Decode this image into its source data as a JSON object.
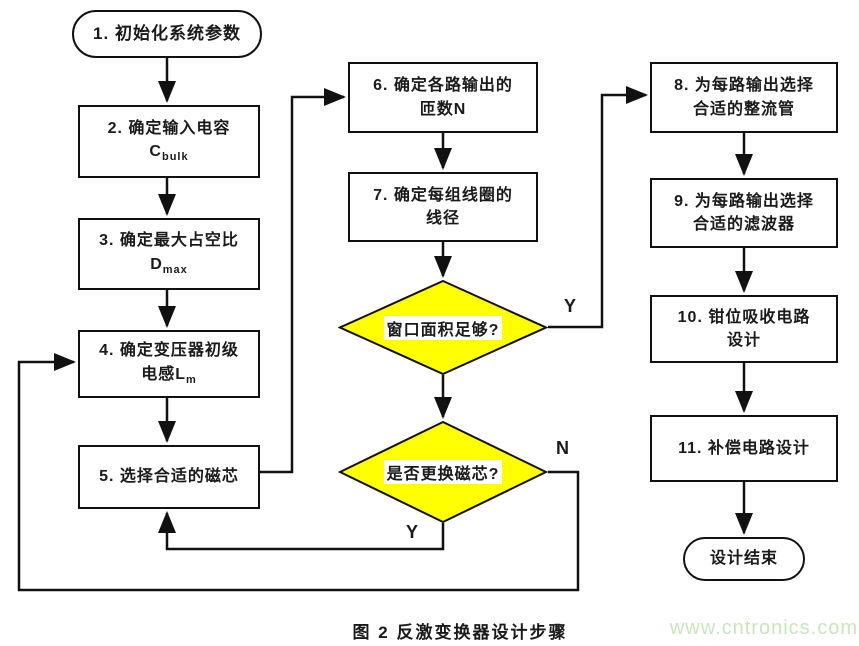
{
  "colors": {
    "box_border": "#111111",
    "decision_fill": "#ffff00",
    "line": "#111111",
    "watermark": "#c8e6bc",
    "text": "#1a1a1a"
  },
  "flowchart": {
    "start": {
      "label": "1. 初始化系统参数"
    },
    "step2": {
      "line1": "2. 确定输入电容",
      "symbol": "C",
      "symbol_sub": "bulk"
    },
    "step3": {
      "line1": "3. 确定最大占空比",
      "symbol": "D",
      "symbol_sub": "max"
    },
    "step4": {
      "line1": "4. 确定变压器初级",
      "line2": "电感L",
      "line2_sub": "m"
    },
    "step5": {
      "label": "5. 选择合适的磁芯"
    },
    "step6": {
      "line1": "6. 确定各路输出的",
      "line2": "匝数N"
    },
    "step7": {
      "line1": "7. 确定每组线圈的",
      "line2": "线径"
    },
    "decision1": {
      "label": "窗口面积足够?",
      "yes_label": "Y"
    },
    "decision2": {
      "label": "是否更换磁芯?",
      "no_label": "N",
      "yes_label": "Y"
    },
    "step8": {
      "line1": "8. 为每路输出选择",
      "line2": "合适的整流管"
    },
    "step9": {
      "line1": "9. 为每路输出选择",
      "line2": "合适的滤波器"
    },
    "step10": {
      "line1": "10. 钳位吸收电路",
      "line2": "设计"
    },
    "step11": {
      "label": "11. 补偿电路设计"
    },
    "end": {
      "label": "设计结束"
    }
  },
  "caption": {
    "text": "图 2 反激变换器设计步骤"
  },
  "watermark": {
    "text": "www.cntronics.com"
  }
}
